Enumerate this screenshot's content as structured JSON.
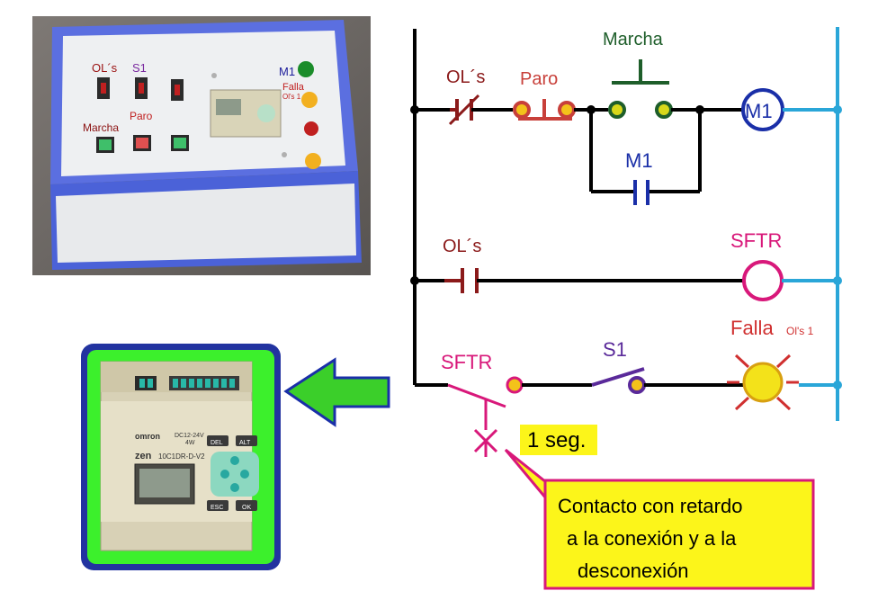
{
  "panel_photo": {
    "labels": {
      "ol": "OL´s",
      "s1": "S1",
      "m1": "M1",
      "falla": "Falla",
      "falla_sub": "Ol's 1",
      "marcha": "Marcha",
      "paro": "Paro"
    }
  },
  "plc_photo": {
    "brand": "omron",
    "model": "10C1DR-D-V2",
    "series": "zen",
    "supply": "DC12-24V",
    "power": "4W",
    "keys": {
      "del": "DEL",
      "alt": "ALT",
      "esc": "ESC",
      "ok": "OK"
    }
  },
  "ladder": {
    "rung1": {
      "ol_label": "OL´s",
      "paro_label": "Paro",
      "marcha_label": "Marcha",
      "seal_label": "M1",
      "coil_label": "M1"
    },
    "rung2": {
      "ol_label": "OL´s",
      "coil_label": "SFTR"
    },
    "rung3": {
      "contact_label": "SFTR",
      "s1_label": "S1",
      "lamp_label": "Falla",
      "lamp_sub": "Ol's 1",
      "timer_value": "1 seg",
      "timer_suffix": "."
    }
  },
  "note": {
    "line1": "Contacto con retardo",
    "line2": "a la conexión y a la",
    "line3": "desconexión"
  },
  "colors": {
    "rail": "#000000",
    "right_rail": "#2aa6d8",
    "ol": "#8b1a1a",
    "paro": "#c8403a",
    "marcha": "#1e5e2a",
    "m1": "#1a2fa8",
    "sftr": "#d8187a",
    "s1": "#5a2a9a",
    "lamp": "#f3e21a",
    "lamp_rays": "#d03030",
    "arrow": "#3bcf2a",
    "note_bg": "#fcf51a",
    "note_border": "#d8187a"
  }
}
